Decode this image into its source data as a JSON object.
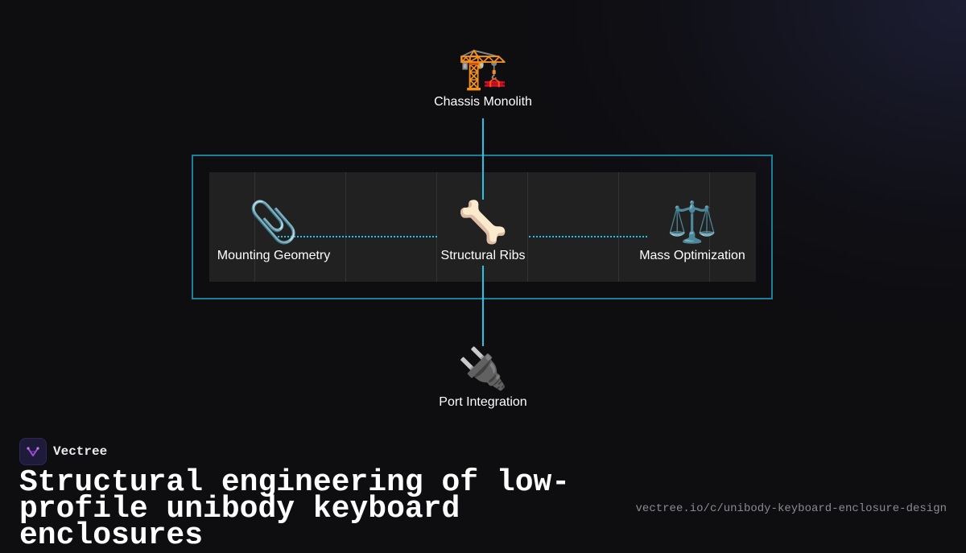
{
  "diagram": {
    "nodes": {
      "top": {
        "icon": "🏗️",
        "icon_name": "crane-icon",
        "label": "Chassis Monolith"
      },
      "left": {
        "icon": "📎",
        "icon_name": "paperclip-icon",
        "label": "Mounting Geometry"
      },
      "center": {
        "icon": "🦴",
        "icon_name": "bone-icon",
        "label": "Structural Ribs"
      },
      "right": {
        "icon": "⚖️",
        "icon_name": "balance-scale-icon",
        "label": "Mass Optimization"
      },
      "bottom": {
        "icon": "🔌",
        "icon_name": "plug-icon",
        "label": "Port Integration"
      }
    },
    "colors": {
      "connector": "#22c4e8",
      "frame": "#1d7f99",
      "panel": "#212121"
    }
  },
  "footer": {
    "brand": "Vectree",
    "logo_icon": "vectree-logo-icon",
    "headline": "Structural engineering of low-profile unibody keyboard enclosures",
    "url": "vectree.io/c/unibody-keyboard-enclosure-design"
  }
}
